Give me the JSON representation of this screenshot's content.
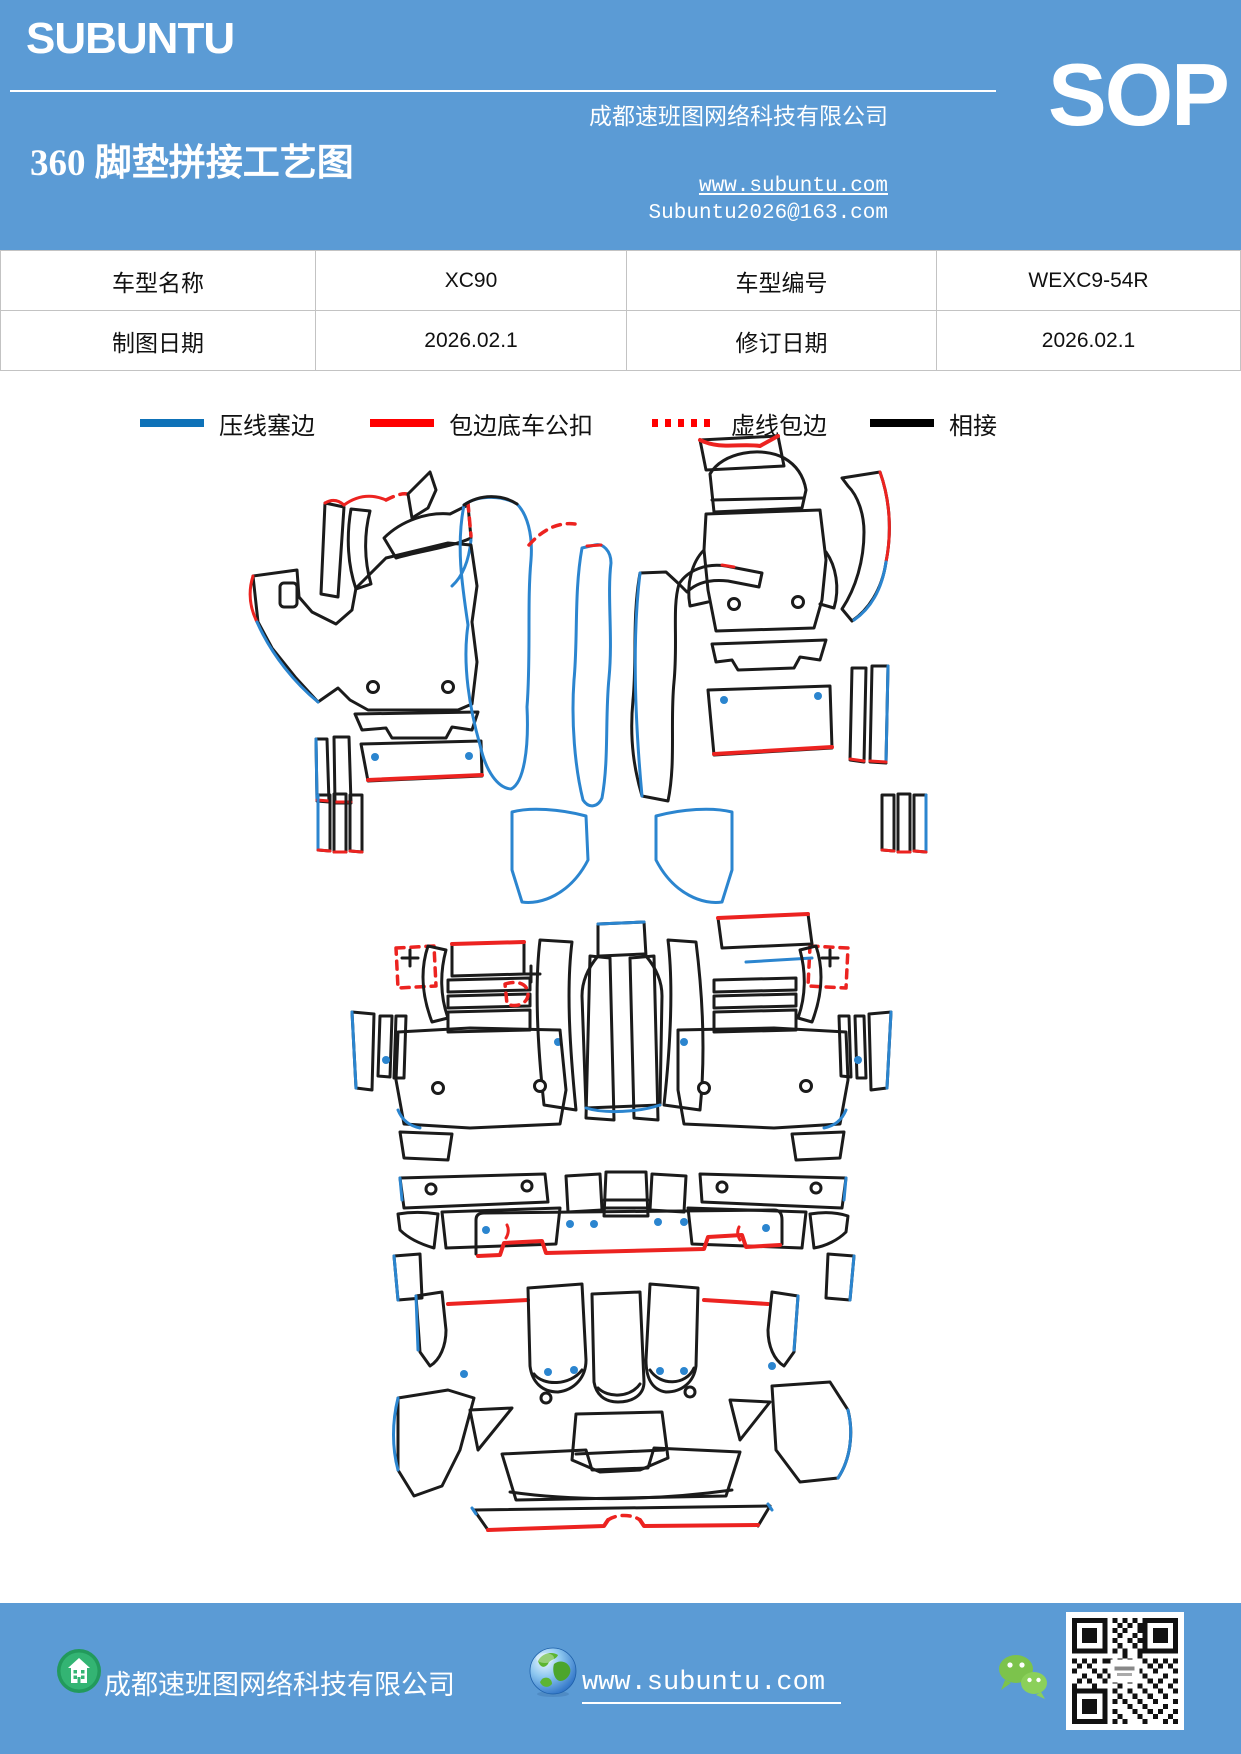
{
  "header": {
    "logo": "SUBUNTU",
    "title": "360 脚垫拼接工艺图",
    "company": "成都速班图网络科技有限公司",
    "website": "www.subuntu.com",
    "email": "Subuntu2026@163.com",
    "sop": "SOP"
  },
  "info_table": {
    "r0c0": "车型名称",
    "r0c1": "XC90",
    "r0c2": "车型编号",
    "r0c3": "WEXC9-54R",
    "r1c0": "制图日期",
    "r1c1": "2026.02.1",
    "r1c2": "修订日期",
    "r1c3": "2026.02.1"
  },
  "legend": {
    "items": [
      {
        "label": "压线塞边",
        "color": "#0E72B8",
        "style": "solid"
      },
      {
        "label": "包边底车公扣",
        "color": "#FF0000",
        "style": "solid"
      },
      {
        "label": "虚线包边",
        "color": "#FF0000",
        "style": "dotted"
      },
      {
        "label": "相接",
        "color": "#000000",
        "style": "solid"
      }
    ]
  },
  "diagram": {
    "description": "360 floor mat splicing pattern outlines for XC90: front-left mat group, front-right mat group, second-row mat group, trunk mat group",
    "line_colors": {
      "black": "#1B1B1B",
      "blue": "#2B85CF",
      "red": "#EC2320"
    }
  },
  "footer": {
    "company": "成都速班图网络科技有限公司",
    "website": "www.subuntu.com",
    "icons": [
      "building-icon",
      "globe-icon",
      "wechat-icon",
      "qr-code"
    ]
  },
  "colors": {
    "header_bg": "#5B9BD5",
    "footer_bg": "#5B9BD5",
    "table_border": "#C3C3C3",
    "wechat_green": "#7CC34C",
    "building_green": "#2BA365"
  }
}
